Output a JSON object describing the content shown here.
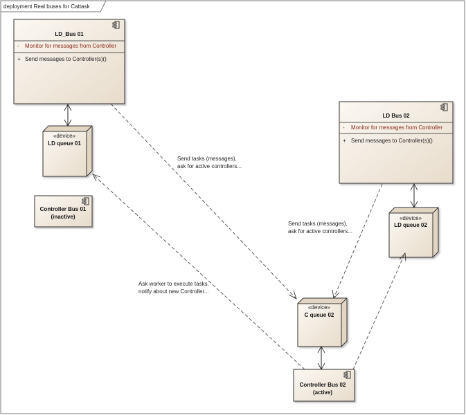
{
  "frame": {
    "title": "deployment Real buses for Cattask"
  },
  "colors": {
    "fill_light": "#fbf8f2",
    "fill_dark": "#e8dccb",
    "attribute_text": "#8a2a1a"
  },
  "components": {
    "ld_bus_01": {
      "name": "LD_Bus 01",
      "attr_vis": "-",
      "attribute": "Monitor for messages from Controller",
      "op_vis": "+",
      "operation": "Send messages to Controller(s)()"
    },
    "ld_bus_02": {
      "name": "LD Bus 02",
      "attr_vis": "-",
      "attribute": "Monitor for messages from Controller",
      "op_vis": "+",
      "operation": "Send messages to Controller(s)()"
    },
    "controller_bus_01": {
      "name": "Controller Bus 01",
      "status": "(inactive)"
    },
    "controller_bus_02": {
      "name": "Controller Bus 02",
      "status": "(active)"
    }
  },
  "devices": {
    "ld_queue_01": {
      "stereotype": "«device»",
      "name": "LD queue 01"
    },
    "ld_queue_02": {
      "stereotype": "«device»",
      "name": "LD queue 02"
    },
    "c_queue_02": {
      "stereotype": "«device»",
      "name": "C queue 02"
    }
  },
  "labels": {
    "send1": [
      "Send tasks (messages),",
      "ask for active controllers..."
    ],
    "send2": [
      "Send tasks (messages),",
      "ask for active controllers..."
    ],
    "ask": [
      "Ask worker to execute tasks,",
      "notify about new Controller..."
    ]
  }
}
